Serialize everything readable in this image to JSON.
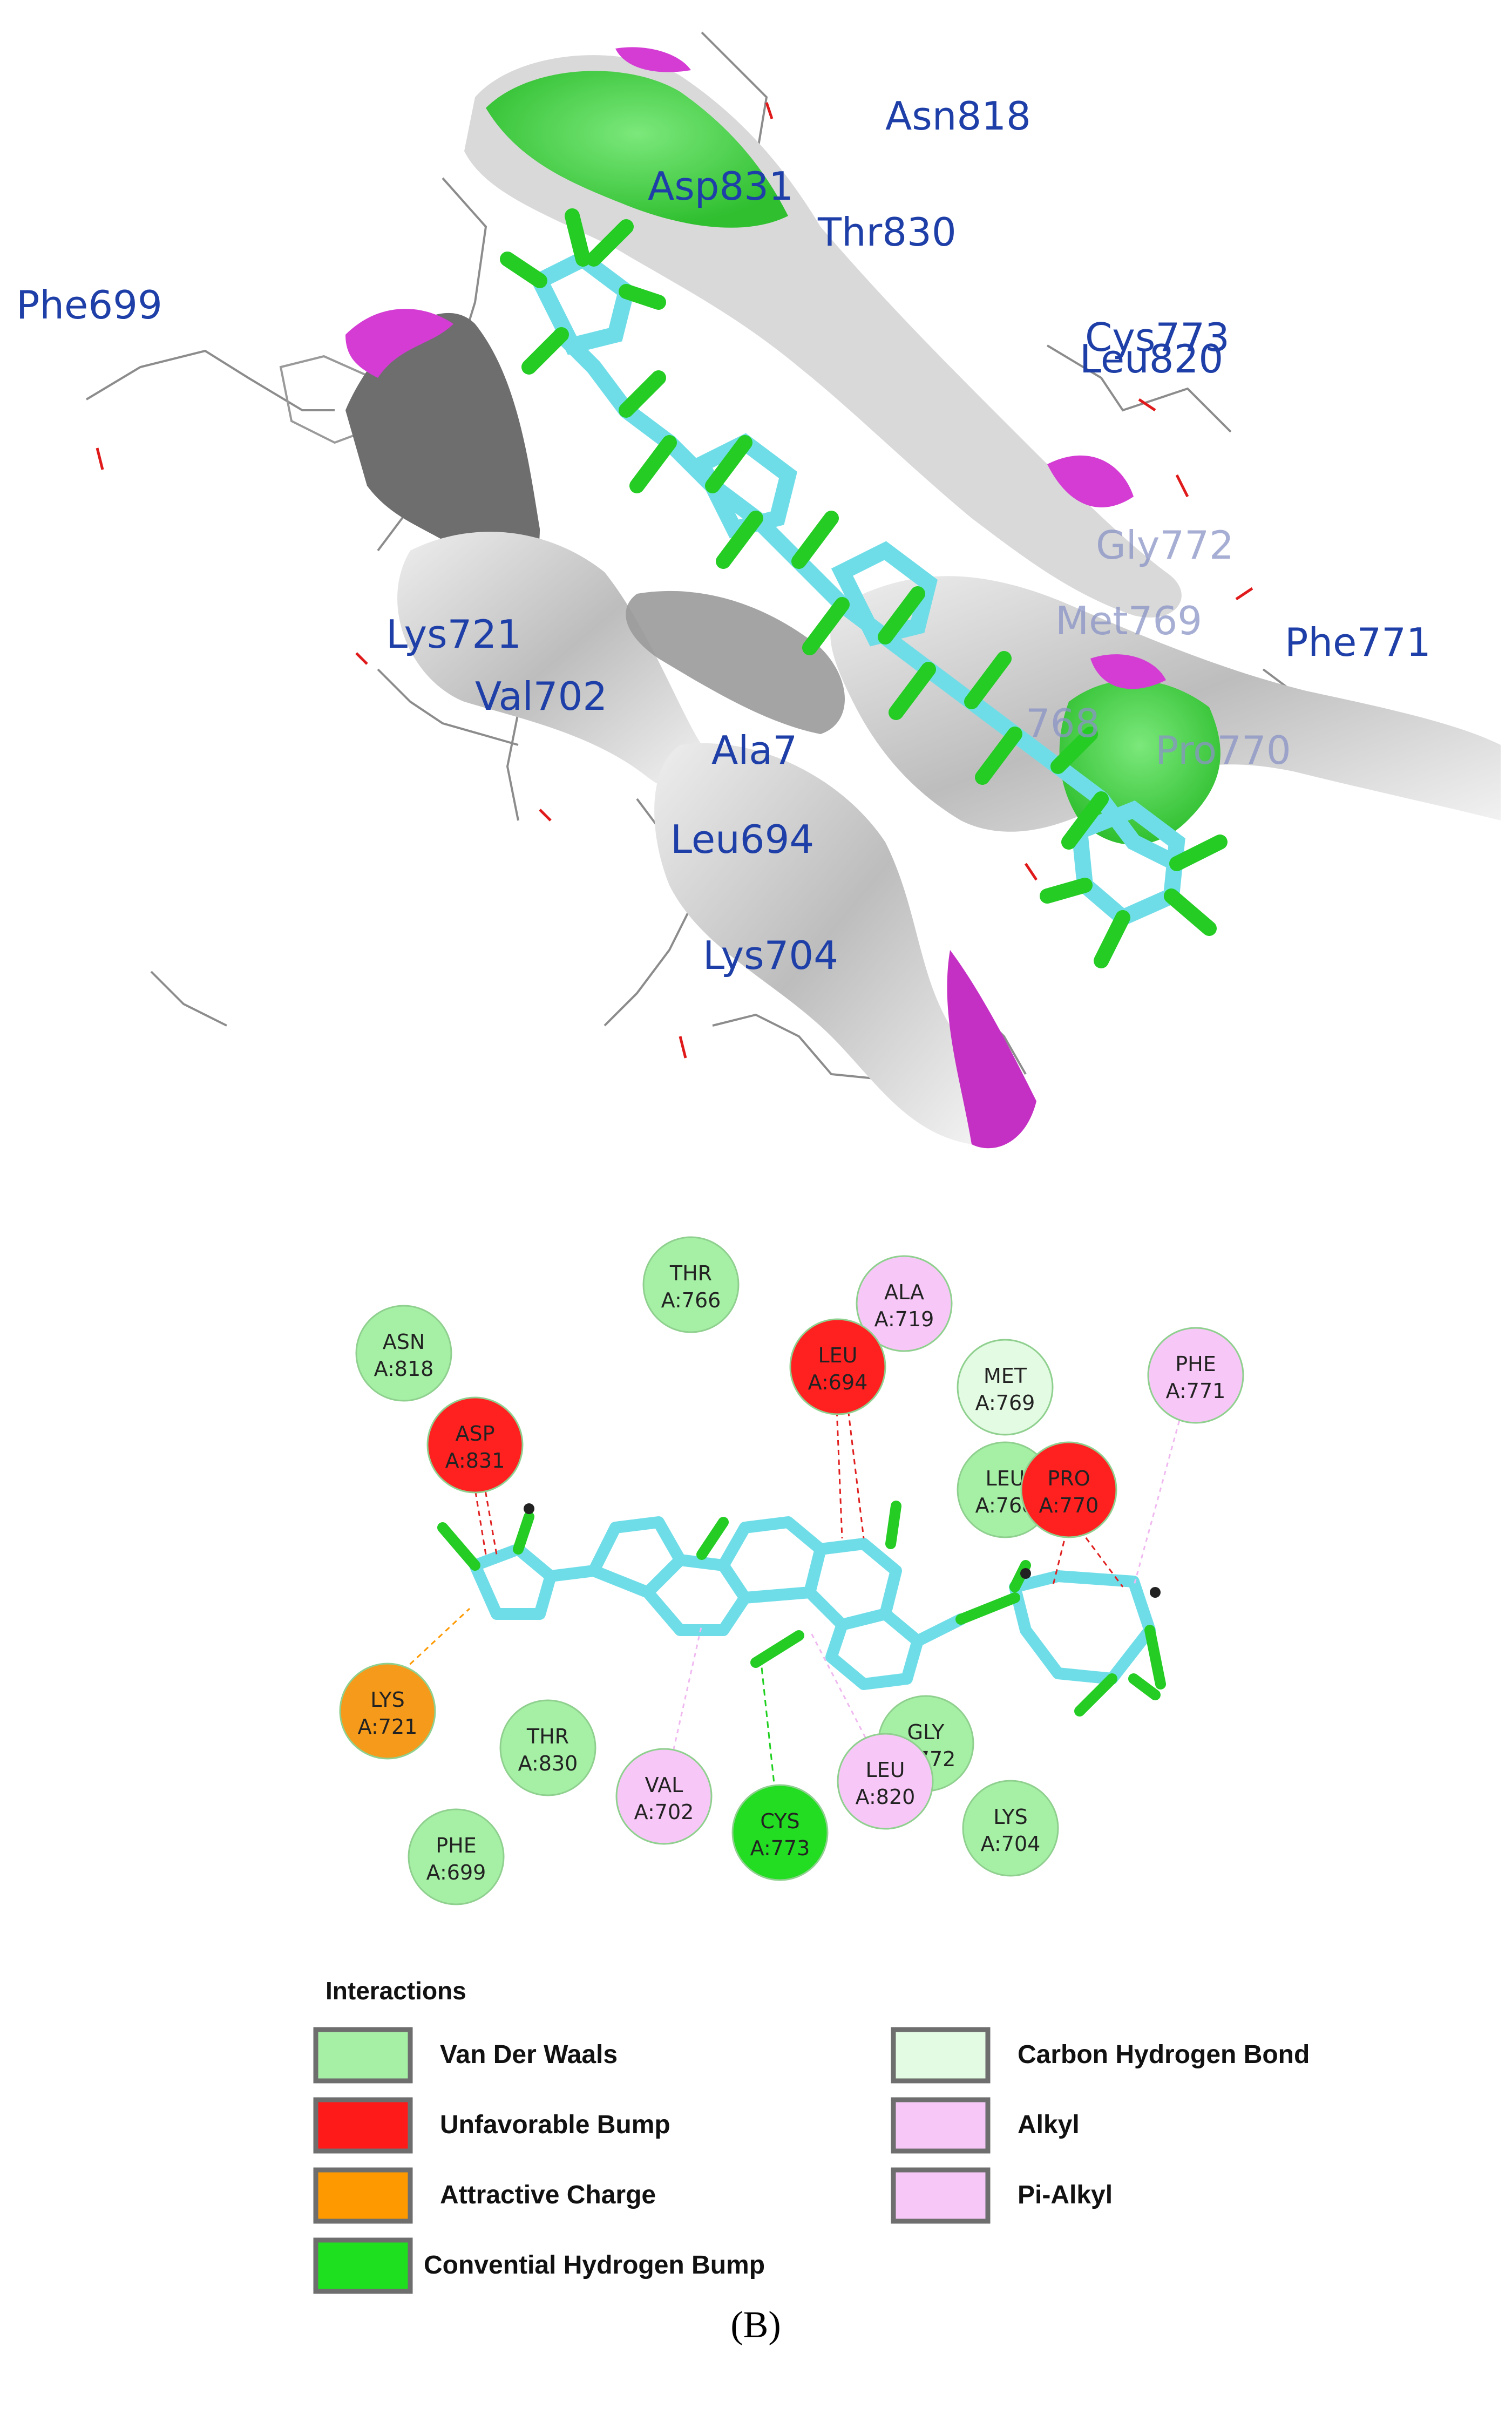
{
  "panel_3d": {
    "labels": [
      {
        "text": "Asn818",
        "style": "normal"
      },
      {
        "text": "Asp831",
        "style": "normal"
      },
      {
        "text": "Thr830",
        "style": "normal"
      },
      {
        "text": "Phe699",
        "style": "normal"
      },
      {
        "text": "Cys773",
        "style": "normal"
      },
      {
        "text": "Leu820",
        "style": "normal"
      },
      {
        "text": "Gly772",
        "style": "faded"
      },
      {
        "text": "Met769",
        "style": "faded"
      },
      {
        "text": "Phe771",
        "style": "normal"
      },
      {
        "text": "Lys721",
        "style": "normal"
      },
      {
        "text": "Val702",
        "style": "normal"
      },
      {
        "text": "Ala7",
        "style": "normal"
      },
      {
        "text": "768",
        "style": "faded"
      },
      {
        "text": "Pro770",
        "style": "faded"
      },
      {
        "text": "Leu694",
        "style": "normal"
      },
      {
        "text": "Lys704",
        "style": "normal"
      }
    ]
  },
  "panel_2d": {
    "residues": [
      {
        "name": "THR",
        "id": "A:766",
        "type": "vdw"
      },
      {
        "name": "ALA",
        "id": "A:719",
        "type": "alkyl"
      },
      {
        "name": "ASN",
        "id": "A:818",
        "type": "vdw"
      },
      {
        "name": "LEU",
        "id": "A:694",
        "type": "bump"
      },
      {
        "name": "MET",
        "id": "A:769",
        "type": "chb"
      },
      {
        "name": "PHE",
        "id": "A:771",
        "type": "alkyl"
      },
      {
        "name": "ASP",
        "id": "A:831",
        "type": "bump"
      },
      {
        "name": "LEU",
        "id": "A:768",
        "type": "vdw"
      },
      {
        "name": "PRO",
        "id": "A:770",
        "type": "bump"
      },
      {
        "name": "LYS",
        "id": "A:721",
        "type": "charge"
      },
      {
        "name": "THR",
        "id": "A:830",
        "type": "vdw"
      },
      {
        "name": "GLY",
        "id": "A:772",
        "type": "vdw"
      },
      {
        "name": "VAL",
        "id": "A:702",
        "type": "alkyl"
      },
      {
        "name": "CYS",
        "id": "A:773",
        "type": "hbond"
      },
      {
        "name": "LEU",
        "id": "A:820",
        "type": "alkyl"
      },
      {
        "name": "LYS",
        "id": "A:704",
        "type": "vdw"
      },
      {
        "name": "PHE",
        "id": "A:699",
        "type": "vdw"
      }
    ]
  },
  "legend": {
    "title": "Interactions",
    "items": [
      {
        "label": "Van Der Waals",
        "color": "#a6f0a6"
      },
      {
        "label": "Unfavorable Bump",
        "color": "#ff1a1a"
      },
      {
        "label": "Attractive Charge",
        "color": "#ff9900"
      },
      {
        "label": "Convential Hydrogen Bump",
        "color": "#1fe01f"
      },
      {
        "label": "Carbon Hydrogen Bond",
        "color": "#e3fae3"
      },
      {
        "label": "Alkyl",
        "color": "#f7c8f7"
      },
      {
        "label": "Pi-Alkyl",
        "color": "#f7c8f7"
      }
    ]
  },
  "colors": {
    "label_blue": "#1f3fa8",
    "surface_green": "#44d644",
    "surface_magenta": "#d43cd4",
    "surface_gray": "#8a8a8a",
    "ligand_cyan": "#66dde8",
    "ligand_green": "#22cc22"
  },
  "caption": "(B)"
}
